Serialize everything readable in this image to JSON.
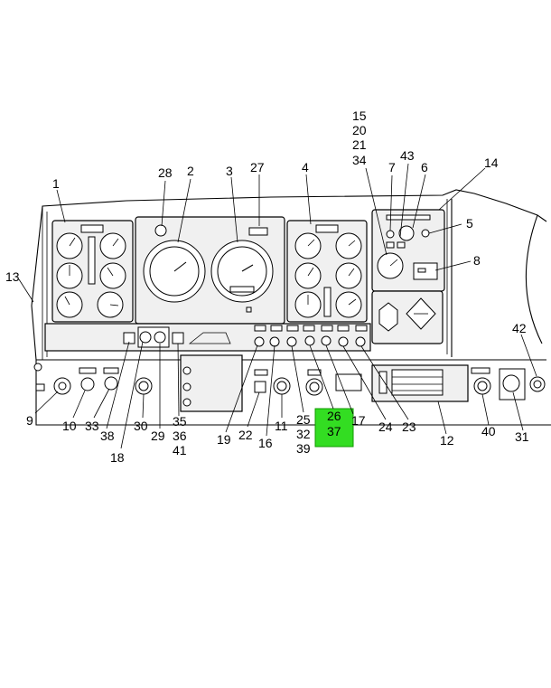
{
  "diagram": {
    "callouts": {
      "c1": "1",
      "c2": "2",
      "c3": "3",
      "c4": "4",
      "c5": "5",
      "c6": "6",
      "c7": "7",
      "c8": "8",
      "c9": "9",
      "c10": "10",
      "c11": "11",
      "c12": "12",
      "c13": "13",
      "c14": "14",
      "c15": "15",
      "c20": "20",
      "c21": "21",
      "c34": "34",
      "c43": "43",
      "c16": "16",
      "c17": "17",
      "c18": "18",
      "c19": "19",
      "c22": "22",
      "c23": "23",
      "c24": "24",
      "c25": "25",
      "c32": "32",
      "c39": "39",
      "c26": "26",
      "c37": "37",
      "c27": "27",
      "c28": "28",
      "c29": "29",
      "c30": "30",
      "c31": "31",
      "c33": "33",
      "c35": "35",
      "c36": "36",
      "c41": "41",
      "c38": "38",
      "c40": "40",
      "c42": "42"
    },
    "highlight_color": "#33dd22"
  }
}
